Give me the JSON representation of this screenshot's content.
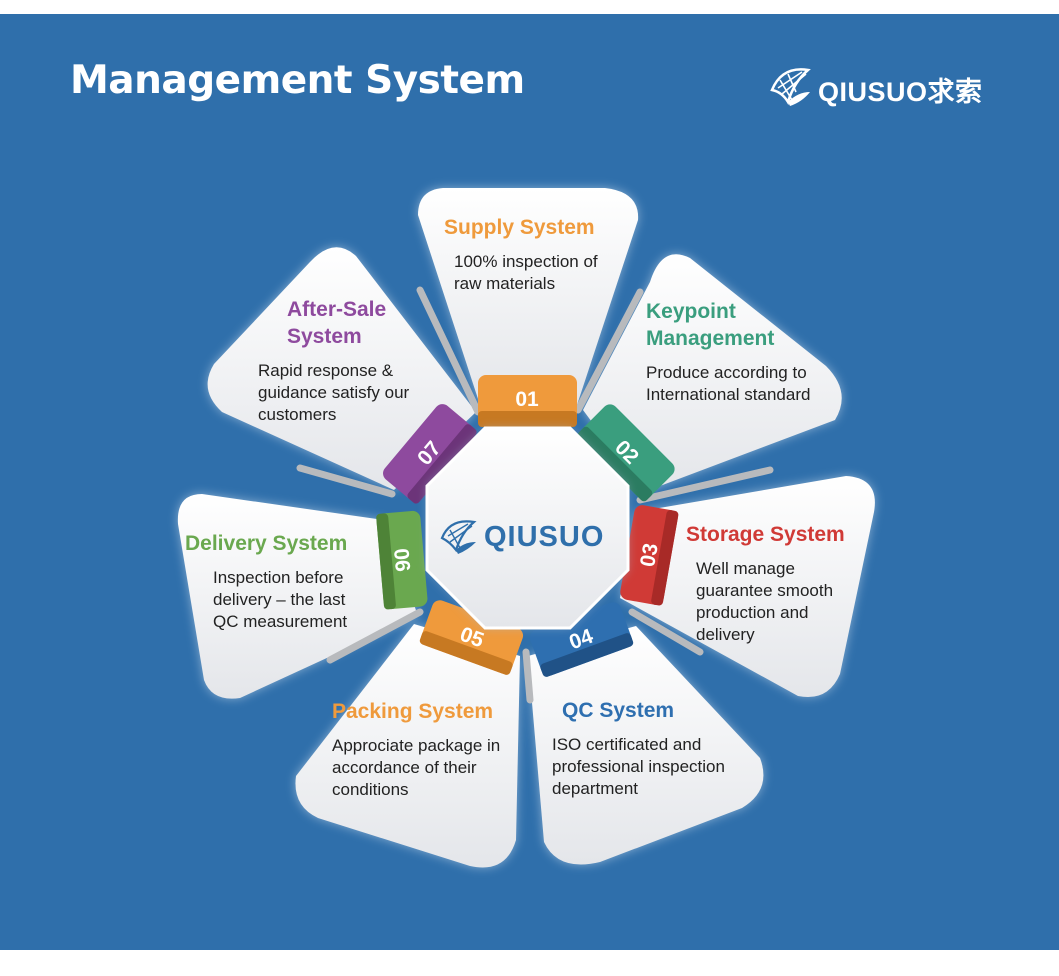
{
  "header": {
    "title": "Management System",
    "brand_text": "QIUSUO求索"
  },
  "center": {
    "label": "QIUSUO"
  },
  "colors": {
    "background": "#2f6fab",
    "supply": "#ef9a3c",
    "keypoint": "#3a9e7e",
    "storage": "#d03a36",
    "qc": "#2e6fb0",
    "packing": "#ef9a3c",
    "delivery": "#6aa84f",
    "after_sale": "#8e4a9e"
  },
  "petals": [
    {
      "number": "01",
      "title": "Supply System",
      "description": "100% inspection of raw materials"
    },
    {
      "number": "02",
      "title": "Keypoint Management",
      "description": "Produce according to International standard"
    },
    {
      "number": "03",
      "title": "Storage System",
      "description": "Well manage guarantee smooth production and delivery"
    },
    {
      "number": "04",
      "title": "QC System",
      "description": "ISO certificated and professional inspection department"
    },
    {
      "number": "05",
      "title": "Packing System",
      "description": "Approciate package in accordance of their conditions"
    },
    {
      "number": "06",
      "title": "Delivery System",
      "description": "Inspection before delivery – the last QC measurement"
    },
    {
      "number": "07",
      "title": "After-Sale System",
      "description": "Rapid response & guidance satisfy our customers"
    }
  ]
}
